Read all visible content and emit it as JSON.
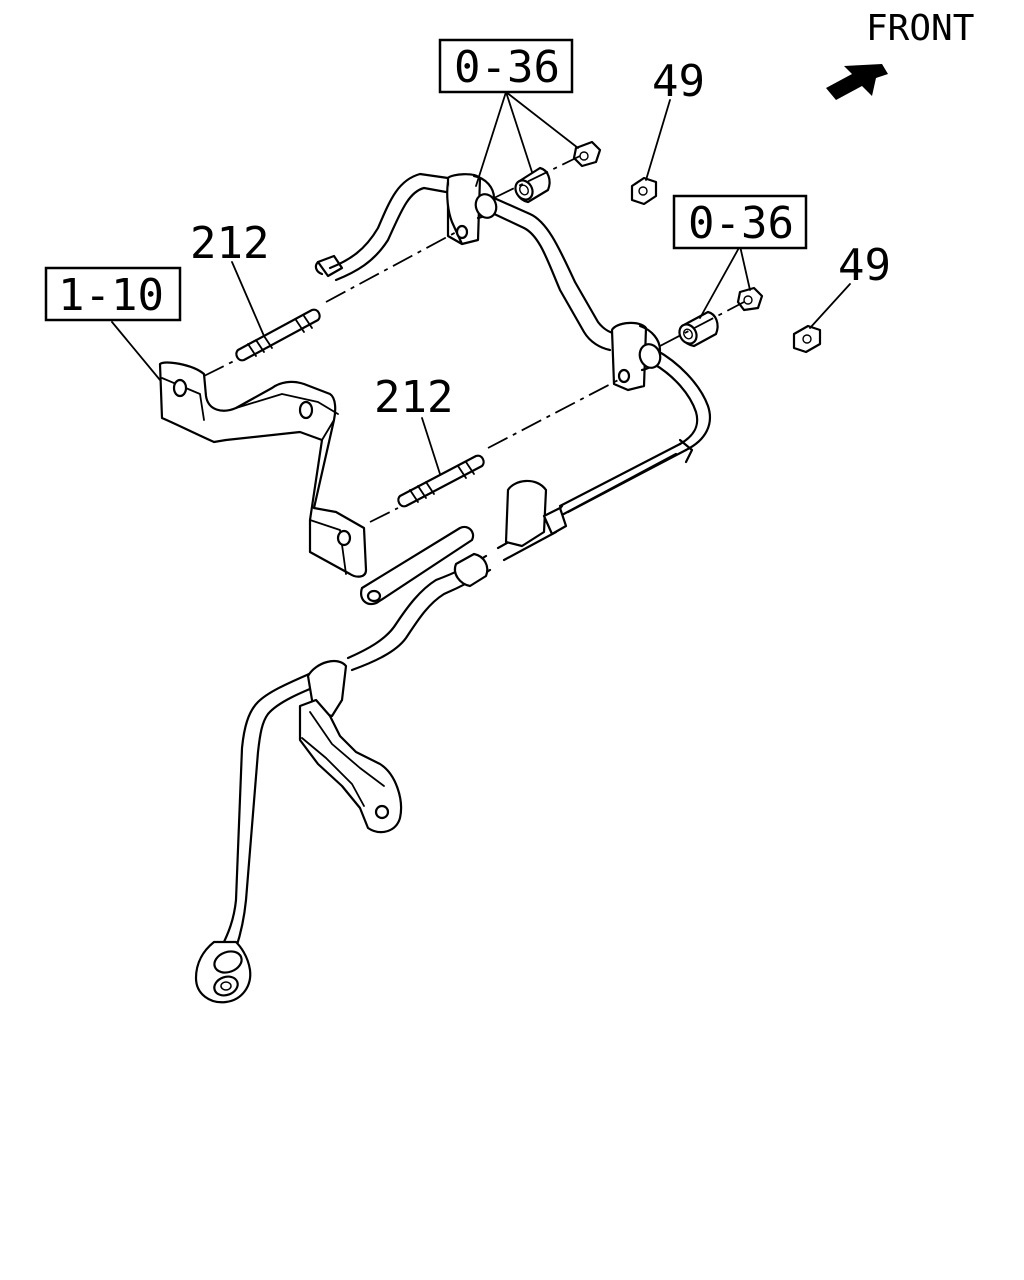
{
  "front": {
    "label": "FRONT"
  },
  "callouts": {
    "ref_0_36_top": "0-36",
    "ref_0_36_right": "0-36",
    "ref_1_10": "1-10",
    "part_49_top": "49",
    "part_49_right": "49",
    "part_212_top": "212",
    "part_212_mid": "212"
  }
}
